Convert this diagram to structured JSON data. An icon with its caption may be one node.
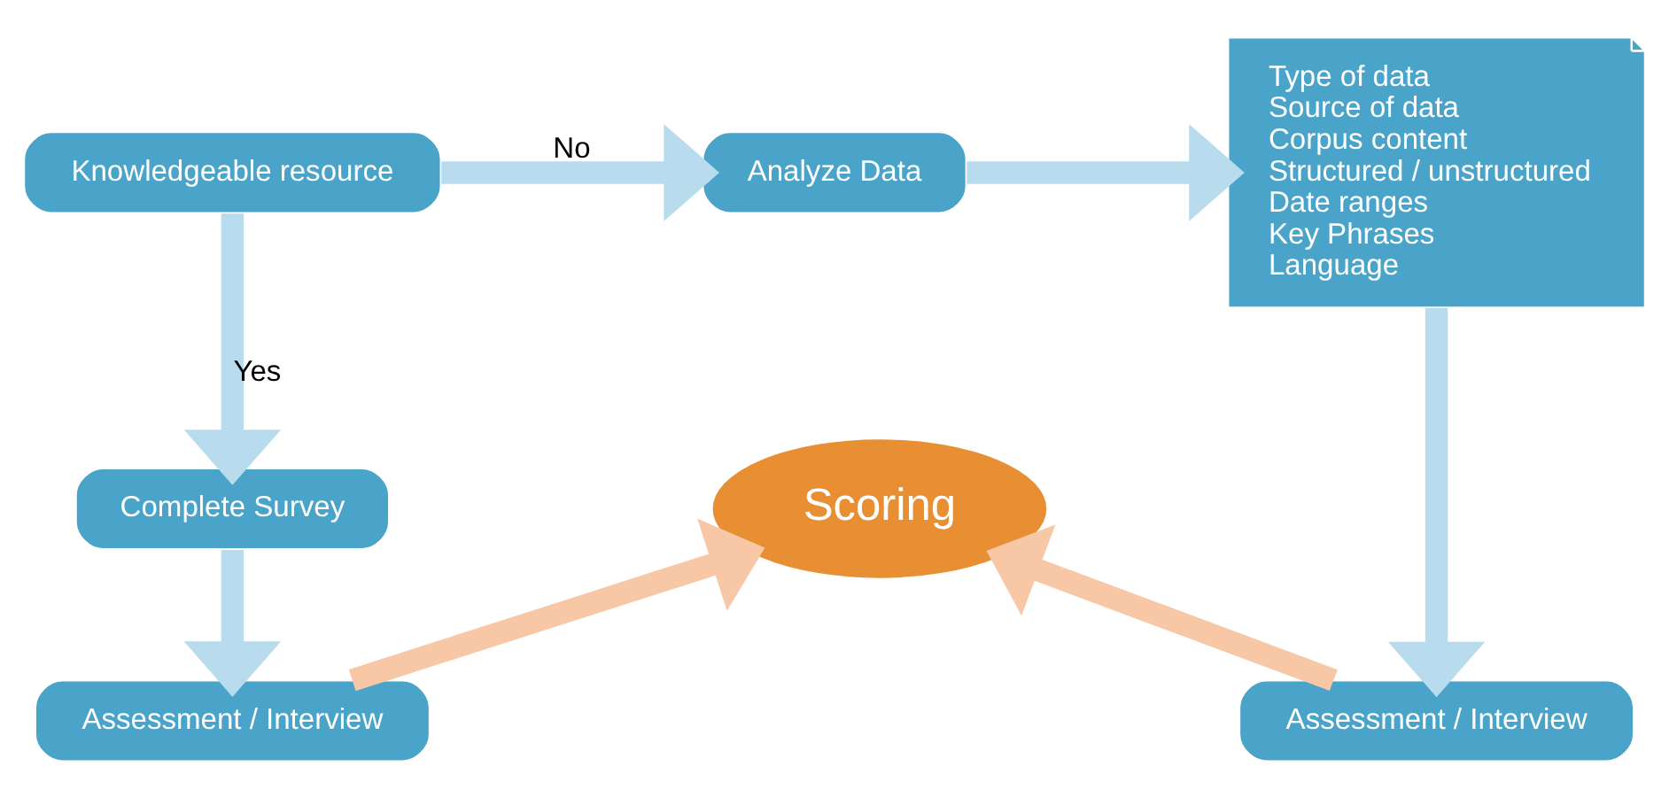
{
  "diagram": {
    "nodes": [
      {
        "text": [
          "Knowledgeable resource"
        ]
      },
      {
        "text": [
          "Analyze Data"
        ]
      },
      {
        "text": [
          "Type of data",
          "Source of data",
          "Corpus content",
          "Structured / unstructured",
          "Date ranges",
          "Key Phrases",
          "Language"
        ]
      },
      {
        "text": [
          "Complete Survey"
        ]
      },
      {
        "text": [
          "Scoring"
        ]
      },
      {
        "text": [
          "Assessment / Interview"
        ]
      },
      {
        "text": [
          "Assessment / Interview"
        ]
      }
    ],
    "edges": [
      {
        "from": 0,
        "to": 1,
        "arrow": "to",
        "label": "No"
      },
      {
        "from": 0,
        "to": 3,
        "arrow": "to",
        "label": "Yes"
      },
      {
        "from": 1,
        "to": 2,
        "arrow": "to"
      },
      {
        "from": 2,
        "to": 6,
        "arrow": "to"
      },
      {
        "from": 3,
        "to": 5,
        "arrow": "to"
      },
      {
        "from": 5,
        "to": 4,
        "arrow": "to",
        "color": "#f8c7a6"
      },
      {
        "from": 6,
        "to": 4,
        "arrow": "to",
        "color": "#f8c7a6"
      }
    ]
  }
}
